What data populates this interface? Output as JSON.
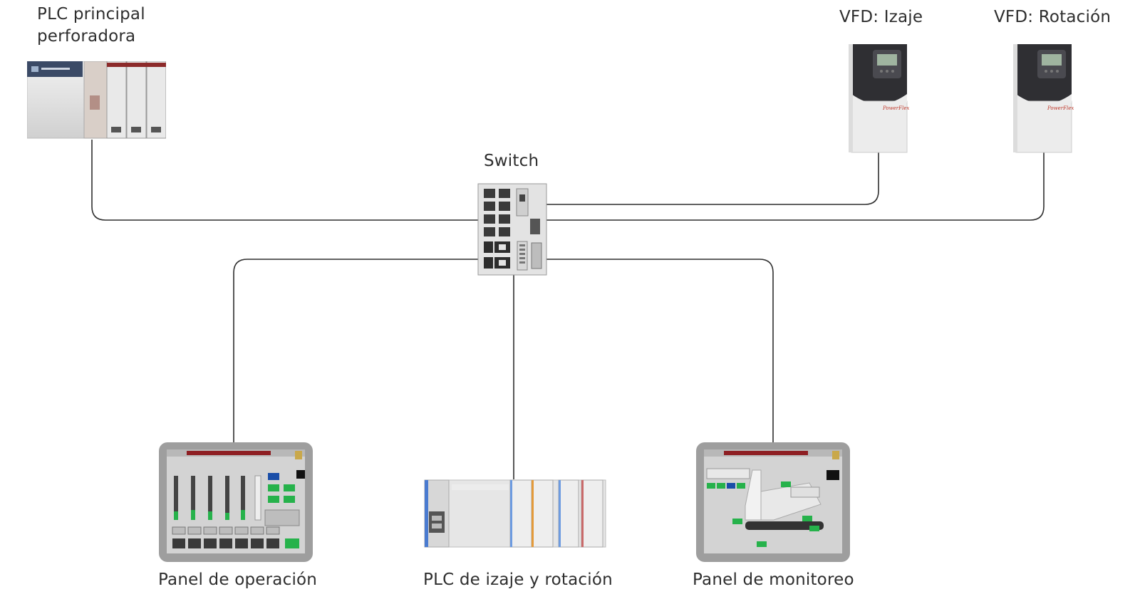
{
  "nodes": {
    "plc_main": {
      "label_line1": "PLC principal",
      "label_line2": "perforadora"
    },
    "vfd_hoist": {
      "label": "VFD: Izaje",
      "brand": "PowerFlex"
    },
    "vfd_rotation": {
      "label": "VFD: Rotación",
      "brand": "PowerFlex"
    },
    "switch": {
      "label": "Switch"
    },
    "operation_panel": {
      "label": "Panel de operación"
    },
    "hoist_rotation_plc": {
      "label": "PLC de izaje y rotación"
    },
    "monitoring_panel": {
      "label": "Panel de monitoreo"
    }
  },
  "colors": {
    "wire": "#2f2f2f",
    "hmi_bezel": "#9e9e9e",
    "hmi_screen": "#d3d3d3",
    "hmi_header": "#8e1f23",
    "indicator_green": "#26b24b",
    "vfd_top": "#2f2f33",
    "vfd_body": "#ececec",
    "plc_body": "#e2e2e2",
    "brand_red": "#c0392b"
  }
}
